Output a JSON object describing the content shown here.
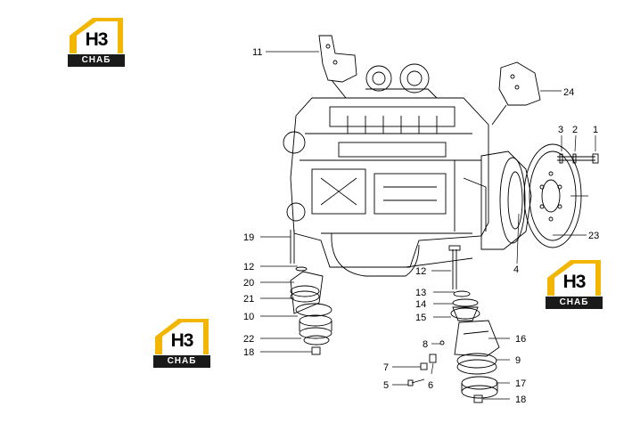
{
  "logo": {
    "mark": "H3",
    "caption": "CHAБ",
    "accent": "#f2b600"
  },
  "callouts": [
    "1",
    "2",
    "3",
    "4",
    "5",
    "6",
    "7",
    "8",
    "9",
    "10",
    "11",
    "12",
    "13",
    "13",
    "14",
    "15",
    "16",
    "17",
    "18",
    "18",
    "19",
    "20",
    "21",
    "22",
    "23",
    "24"
  ]
}
